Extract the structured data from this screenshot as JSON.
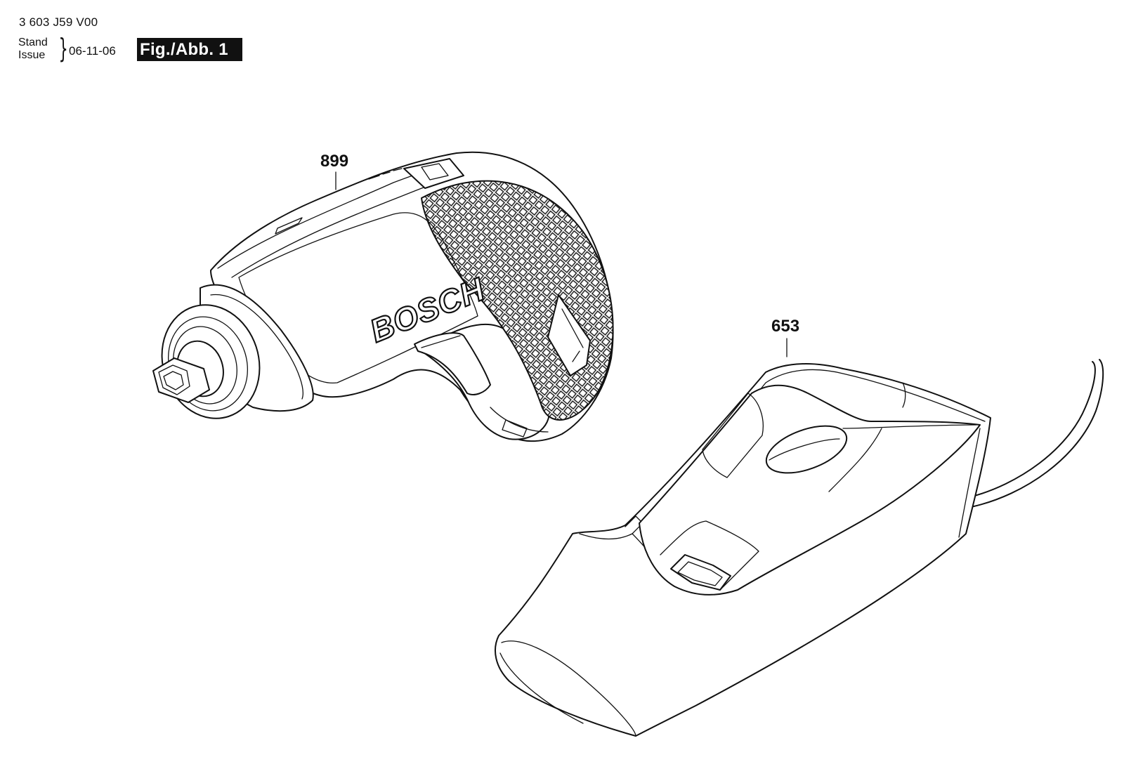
{
  "header": {
    "doc_number": "3 603 J59 V00",
    "stand_label": "Stand",
    "issue_label": "Issue",
    "brace": "}",
    "date": "06-11-06",
    "figure_label": "Fig./Abb. 1"
  },
  "parts": [
    {
      "number": "899",
      "component": "screwdriver",
      "brand_text": "BOSCH"
    },
    {
      "number": "653",
      "component": "charger"
    }
  ],
  "colors": {
    "ink": "#111111",
    "background": "#ffffff"
  },
  "icons": [
    "brace-icon",
    "hex-socket-icon",
    "knurl-pattern"
  ]
}
